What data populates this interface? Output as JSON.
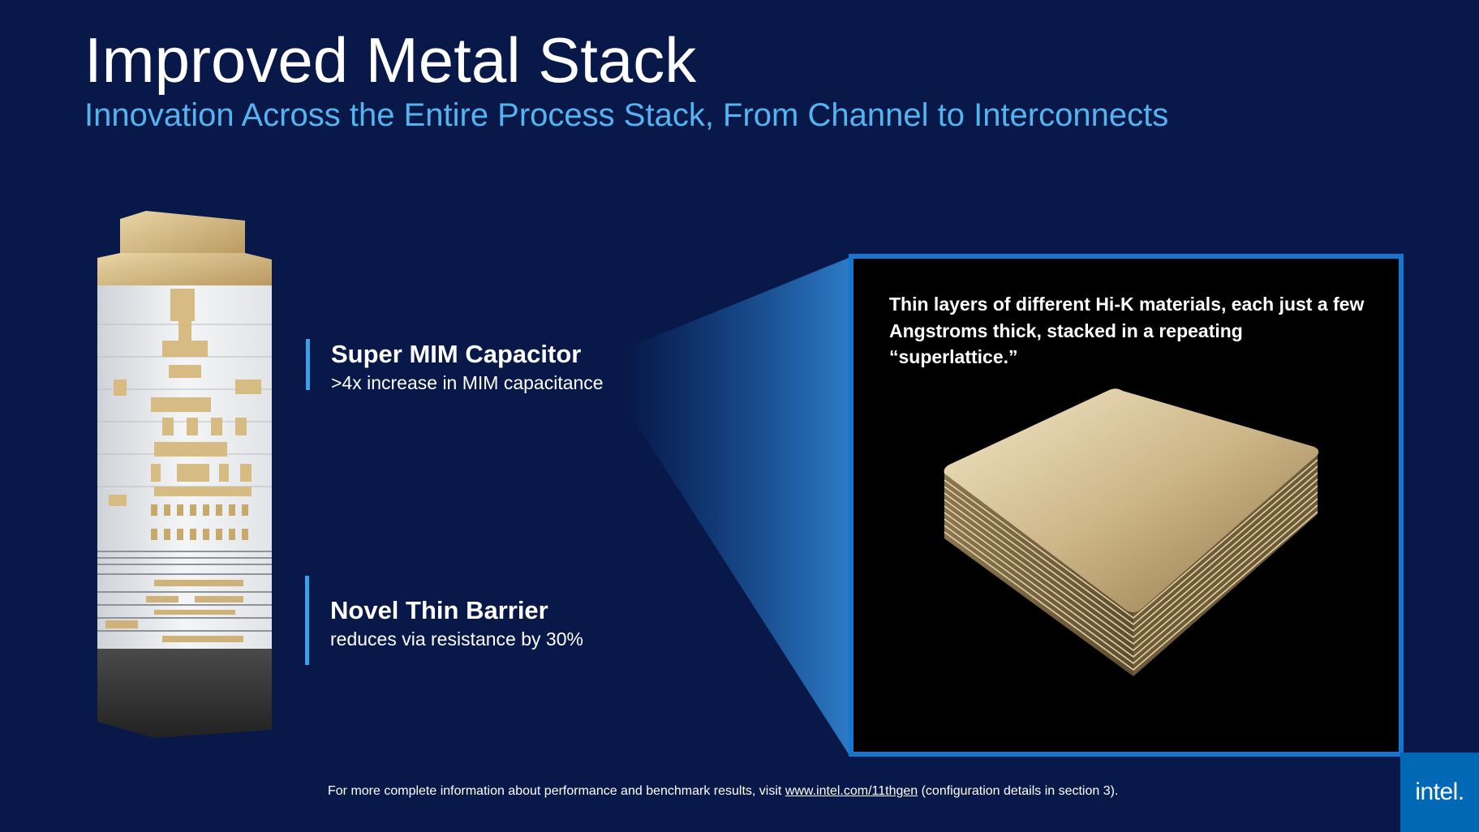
{
  "slide": {
    "title": "Improved Metal Stack",
    "subtitle": "Innovation Across the Entire Process Stack, From Channel to Interconnects"
  },
  "callouts": {
    "mim": {
      "heading": "Super MIM Capacitor",
      "detail": ">4x increase in MIM capacitance"
    },
    "barrier": {
      "heading": "Novel Thin Barrier",
      "detail": "reduces via resistance by 30%"
    }
  },
  "zoom": {
    "description": "Thin layers of different Hi-K materials, each just a few Angstroms thick, stacked in a repeating “superlattice.”"
  },
  "footer": {
    "note_before": "For more complete information about performance and benchmark results, visit ",
    "link_text": "www.intel.com/11thgen",
    "note_after": " (configuration details in section 3)."
  },
  "logo": {
    "text": "intel."
  },
  "colors": {
    "background": "#081848",
    "accent_blue": "#55b4f0",
    "frame_blue": "#1575cf",
    "logo_blue": "#0068b5",
    "gold": "#c9ad7a"
  }
}
